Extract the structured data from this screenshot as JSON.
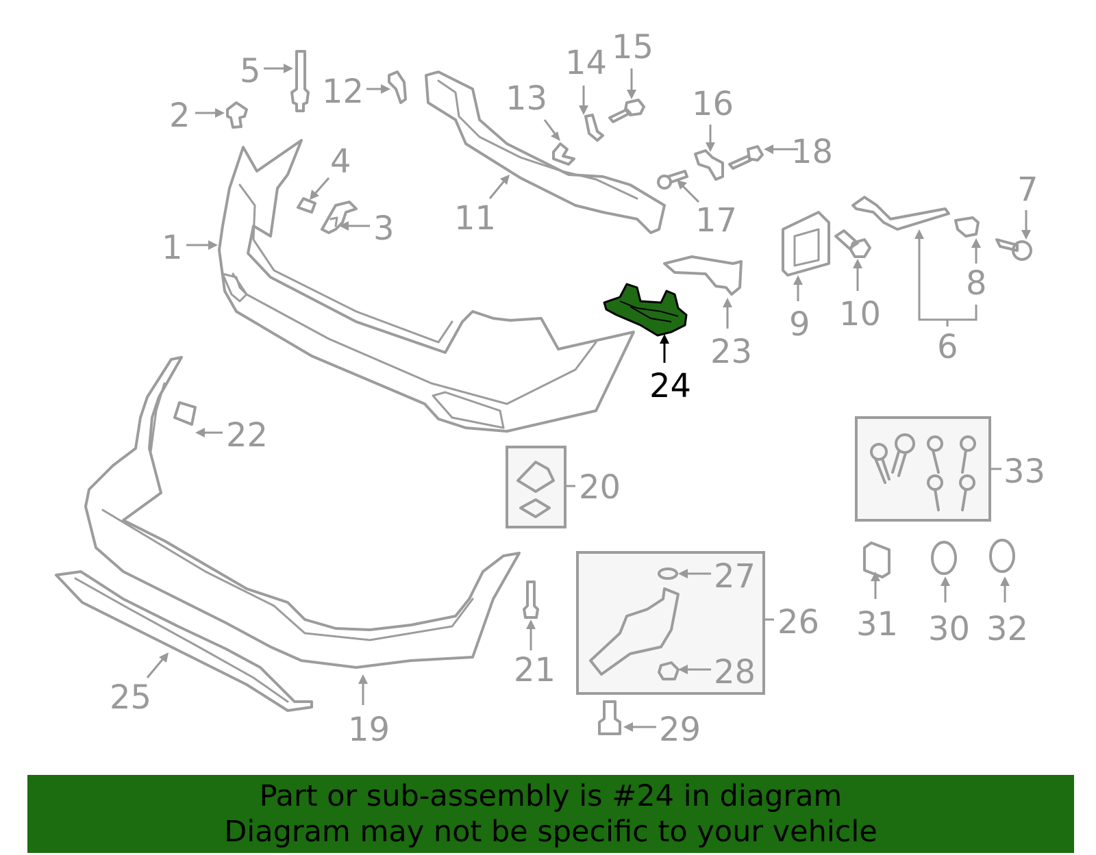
{
  "diagram": {
    "highlighted_callout": "24",
    "highlight_color": "#1f6b14",
    "part_color": "#9c9c9c",
    "callouts": [
      "1",
      "2",
      "3",
      "4",
      "5",
      "6",
      "7",
      "8",
      "9",
      "10",
      "11",
      "12",
      "13",
      "14",
      "15",
      "16",
      "17",
      "18",
      "19",
      "20",
      "21",
      "22",
      "23",
      "24",
      "25",
      "26",
      "27",
      "28",
      "29",
      "30",
      "31",
      "32",
      "33"
    ]
  },
  "banner": {
    "line1": "Part or sub-assembly is #24 in diagram",
    "line2": "Diagram may not be specific to your vehicle",
    "background": "#1b6d0f"
  }
}
